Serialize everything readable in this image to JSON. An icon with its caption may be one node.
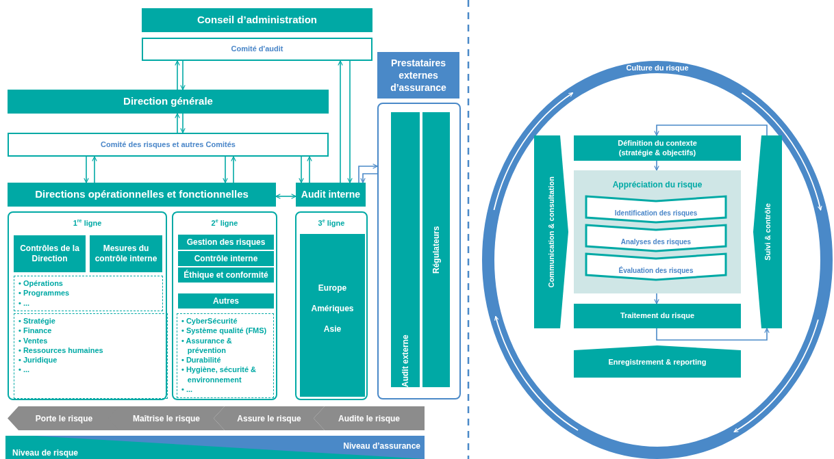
{
  "diagram": {
    "nodes": [
      {
        "text": [
          "Conseil d’administration"
        ]
      },
      {
        "text": [
          "Comité d'audit"
        ]
      },
      {
        "text": [
          "Direction générale"
        ]
      },
      {
        "text": [
          "Comité des risques et autres Comités"
        ]
      },
      {
        "text": [
          "Directions opérationnelles et fonctionnelles"
        ]
      },
      {
        "text": [
          "Audit interne"
        ]
      },
      {
        "text": [
          "Prestataires externes d’assurance"
        ]
      },
      {
        "text": [
          "Audit externe"
        ],
        "in": 6
      },
      {
        "text": [
          "Régulateurs"
        ],
        "in": 6
      },
      {
        "text": [
          "1$^{re}$ ligne"
        ]
      },
      {
        "text": [
          "Contrôles de la Direction"
        ],
        "in": 9
      },
      {
        "text": [
          "Mesures du contrôle interne"
        ],
        "in": 9
      },
      {
        "text": [
          "• Opérations",
          "• Programmes",
          "• ..."
        ],
        "in": 9
      },
      {
        "text": [
          "• Stratégie",
          "• Finance",
          "• Ventes",
          "• Ressources humaines",
          "• Juridique",
          "• ..."
        ],
        "in": 9
      },
      {
        "text": [
          "2$^{e}$ ligne"
        ]
      },
      {
        "text": [
          "Gestion des risques"
        ],
        "in": 14
      },
      {
        "text": [
          "Contrôle interne"
        ],
        "in": 14
      },
      {
        "text": [
          "Éthique et conformité"
        ],
        "in": 14
      },
      {
        "text": [
          "Autres"
        ],
        "in": 14
      },
      {
        "text": [
          "• CyberSécurité",
          "• Système qualité (FMS)",
          "• Assurance & prévention",
          "• Durabilité",
          "• Hygiène, sécurité & environnement",
          "• ..."
        ],
        "in": 14
      },
      {
        "text": [
          "3$^{e}$ ligne"
        ]
      },
      {
        "text": [
          "Europe",
          "Amériques",
          "Asie"
        ],
        "in": 20
      },
      {
        "text": [
          "Porte le risque"
        ]
      },
      {
        "text": [
          "Maîtrise le risque"
        ]
      },
      {
        "text": [
          "Assure le risque"
        ]
      },
      {
        "text": [
          "Audite le risque"
        ]
      },
      {
        "text": [
          "Culture du risque"
        ]
      },
      {
        "text": [
          "Communication & consultation"
        ],
        "in": 26
      },
      {
        "text": [
          "Définition du contexte (stratégie & objectifs)"
        ],
        "in": 26
      },
      {
        "text": [
          "Appréciation du risque"
        ],
        "in": 26
      },
      {
        "text": [
          "Identification des risques"
        ],
        "in": 29
      },
      {
        "text": [
          "Analyses des risques"
        ],
        "in": 29
      },
      {
        "text": [
          "Évaluation des risques"
        ],
        "in": 29
      },
      {
        "text": [
          "Traitement du risque"
        ],
        "in": 26
      },
      {
        "text": [
          "Suivi & contrôle"
        ],
        "in": 26
      },
      {
        "text": [
          "Enregistrement & reporting"
        ],
        "in": 26
      }
    ],
    "edges": [
      {
        "from": 2,
        "to": 1,
        "arrow": "to"
      },
      {
        "from": 1,
        "to": 2,
        "arrow": "to"
      },
      {
        "from": 3,
        "to": 2,
        "arrow": "to"
      },
      {
        "from": 2,
        "to": 3,
        "arrow": "to"
      },
      {
        "from": 3,
        "to": 4,
        "arrow": "to"
      },
      {
        "from": 4,
        "to": 3,
        "arrow": "to"
      },
      {
        "from": 3,
        "to": 4,
        "arrow": "to"
      },
      {
        "from": 4,
        "to": 3,
        "arrow": "to"
      },
      {
        "from": 3,
        "to": 5,
        "arrow": "to"
      },
      {
        "from": 5,
        "to": 3,
        "arrow": "to"
      },
      {
        "from": 5,
        "to": 1,
        "arrow": "to"
      },
      {
        "from": 1,
        "to": 5,
        "arrow": "to"
      },
      {
        "from": 4,
        "to": 5,
        "arrow": "both"
      },
      {
        "from": 5,
        "to": 6,
        "arrow": "to",
        "color": "#4a89c8"
      },
      {
        "from": 6,
        "to": 5,
        "arrow": "to",
        "color": "#4a89c8"
      },
      {
        "from": 28,
        "to": 29,
        "arrow": "to",
        "color": "#4a89c8"
      },
      {
        "from": 29,
        "to": 33,
        "arrow": "to",
        "color": "#4a89c8"
      },
      {
        "from": 33,
        "to": 34,
        "arrow": "to",
        "color": "#4a89c8"
      },
      {
        "from": 34,
        "to": 28,
        "arrow": "to",
        "color": "#4a89c8"
      }
    ],
    "labels": [
      "Niveau de risque",
      "Niveau d’assurance"
    ]
  }
}
